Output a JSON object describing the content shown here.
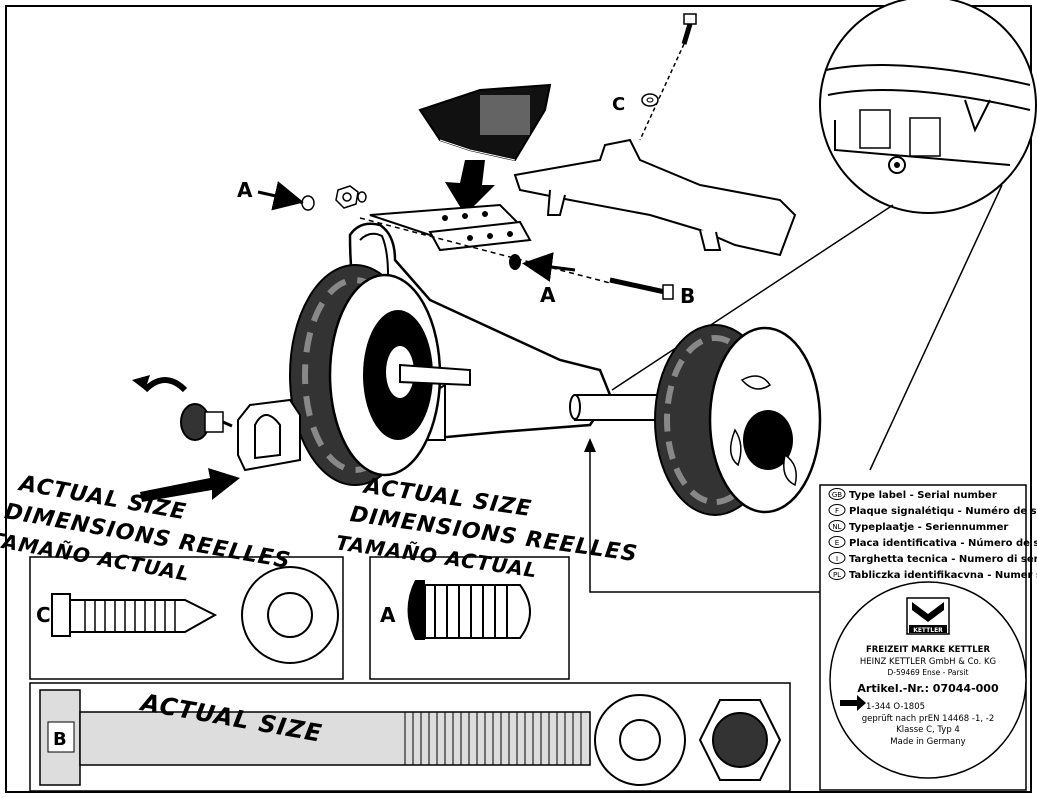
{
  "callouts": {
    "a1": "A",
    "a2": "A",
    "b": "B",
    "c": "C"
  },
  "actual_size": {
    "line1": "ACTUAL SIZE",
    "line2": "DIMENSIONS REELLES",
    "line3": "TAMAÑO ACTUAL"
  },
  "actual_size_b": "ACTUAL SIZE",
  "part_labels": {
    "c": "C",
    "a": "A",
    "b": "B"
  },
  "type_label": {
    "rows": [
      {
        "code": "GB",
        "text": "Type label - Serial number"
      },
      {
        "code": "F",
        "text": "Plaque signalétiqu - Numéro de serie"
      },
      {
        "code": "NL",
        "text": "Typeplaatje - Seriennummer"
      },
      {
        "code": "E",
        "text": "Placa identificativa - Número de serie"
      },
      {
        "code": "I",
        "text": "Targhetta tecnica - Numero di serie"
      },
      {
        "code": "PL",
        "text": "Tabliczka identifikacvna - Numer serii"
      }
    ]
  },
  "plate": {
    "logo": "KETTLER",
    "brand": "FREIZEIT MARKE KETTLER",
    "company": "HEINZ KETTLER GmbH & Co. KG",
    "address": "D-59469 Ense - Parsit",
    "article": "Artikel.-Nr.: 07044-000",
    "serial": "1-344   O-1805",
    "norm": "geprüft nach prEN 14468 -1, -2",
    "class": "Klasse C, Typ 4",
    "origin": "Made in Germany"
  }
}
